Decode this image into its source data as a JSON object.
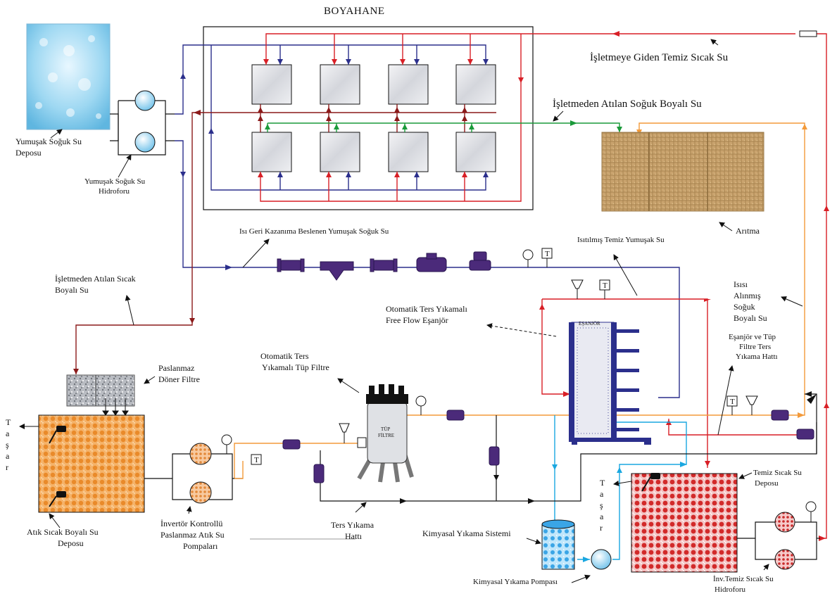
{
  "diagram": {
    "title": "BOYAHANE",
    "labels": {
      "soft_cold_tank": [
        "Yumuşak Soğuk Su",
        "Deposu"
      ],
      "soft_cold_hydrophore": [
        "Yumuşak Soğuk Su",
        "Hidroforu"
      ],
      "clean_hot_to_plant": "İşletmeye Giden Temiz Sıcak Su",
      "cold_dyed_discharge": "İşletmeden Atılan Soğuk Boyalı Su",
      "treatment": "Arıtma",
      "heat_recovery_feed": "Isı Geri Kazanıma Beslenen Yumuşak Soğuk Su",
      "heated_clean_soft": "Isıtılmış Temiz Yumuşak Su",
      "hot_dyed_discharge": [
        "İşletmeden Atılan Sıcak",
        "Boyalı Su"
      ],
      "heat_removed": [
        "Isısı",
        "Alınmış",
        "Soğuk",
        "Boyalı Su"
      ],
      "free_flow_exchanger": [
        "Otomatik Ters Yıkamalı",
        "Free Flow Eşanjör"
      ],
      "backwash_line_exchanger": [
        "Eşanjör ve Tüp",
        "Filtre Ters",
        "Yıkama Hattı"
      ],
      "rotary_filter": [
        "Paslanmaz",
        "Döner Filtre"
      ],
      "tube_filter": [
        "Otomatik Ters",
        "Yıkamalı Tüp Filtre"
      ],
      "waste_hot_tank": [
        "Atık Sıcak Boyalı Su",
        "Deposu"
      ],
      "inverter_pumps": [
        "İnvertör Kontrollü",
        "Paslanmaz Atık Su",
        "Pompaları"
      ],
      "backwash_line": [
        "Ters Yıkama",
        "Hattı"
      ],
      "chemical_system": "Kimyasal Yıkama Sistemi",
      "chemical_pump": "Kimyasal Yıkama Pompası",
      "clean_hot_tank": [
        "Temiz Sıcak Su",
        "Deposu"
      ],
      "inv_clean_hot_hydrophore": [
        "İnv.Temiz Sıcak Su",
        "Hidroforu"
      ],
      "overflow_left": [
        "T",
        "a",
        "ş",
        "a",
        "r"
      ],
      "overflow_right": [
        "T",
        "a",
        "ş",
        "a",
        "r"
      ],
      "exchanger_tag": "EŞANJÖR",
      "filter_tag": [
        "TÜP",
        "FİLTRE"
      ],
      "gauge_t": "T"
    },
    "colors": {
      "blue_line": "#2b2f8c",
      "red_line": "#d81f26",
      "green_line": "#1a9a3a",
      "brown_line": "#8b1a1a",
      "orange_line": "#f39a3a",
      "cyan_line": "#1aa7e0",
      "black_line": "#111111",
      "valve": "#4b2a7a"
    }
  }
}
